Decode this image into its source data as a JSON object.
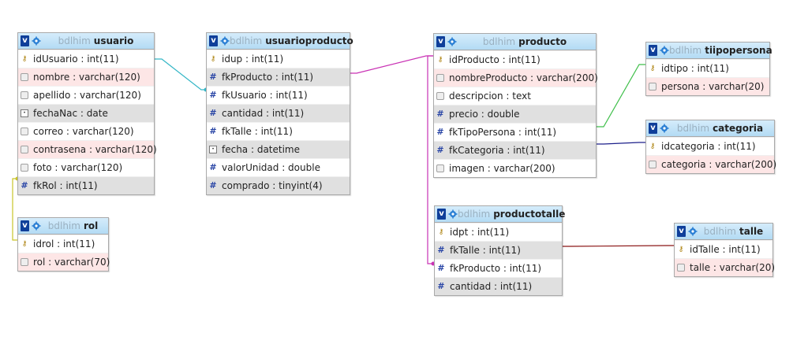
{
  "db_name": "bdlhim",
  "colors": {
    "header_gradient_top": "#d5ecfb",
    "header_gradient_bottom": "#b3dbf4",
    "checkbox": "#0f3f9a",
    "link_usuario_usuarioproducto": "#34b6c6",
    "link_usuario_rol": "#c9c428",
    "link_producto_usuarioproducto": "#c931b4",
    "link_producto_tiipopersona": "#3fbf4a",
    "link_producto_categoria": "#1c1f8a",
    "link_productotalle_talle": "#8a1414",
    "link_producto_productotalle": "#c931b4"
  },
  "tables": {
    "usuario": {
      "name": "usuario",
      "rows": [
        {
          "text": "idUsuario : int(11)",
          "icon": "key-icon"
        },
        {
          "text": "nombre : varchar(120)",
          "icon": "string-icon"
        },
        {
          "text": "apellido : varchar(120)",
          "icon": "string-icon"
        },
        {
          "text": "fechaNac : date",
          "icon": "date-icon"
        },
        {
          "text": "correo : varchar(120)",
          "icon": "string-icon"
        },
        {
          "text": "contrasena : varchar(120)",
          "icon": "string-icon"
        },
        {
          "text": "foto : varchar(120)",
          "icon": "string-icon"
        },
        {
          "text": "fkRol : int(11)",
          "icon": "number-icon"
        }
      ]
    },
    "rol": {
      "name": "rol",
      "rows": [
        {
          "text": "idrol : int(11)",
          "icon": "key-icon"
        },
        {
          "text": "rol : varchar(70)",
          "icon": "string-icon"
        }
      ]
    },
    "usuarioproducto": {
      "name": "usuarioproducto",
      "rows": [
        {
          "text": "idup : int(11)",
          "icon": "key-icon"
        },
        {
          "text": "fkProducto : int(11)",
          "icon": "number-icon"
        },
        {
          "text": "fkUsuario : int(11)",
          "icon": "number-icon"
        },
        {
          "text": "cantidad : int(11)",
          "icon": "number-icon"
        },
        {
          "text": "fkTalle : int(11)",
          "icon": "number-icon"
        },
        {
          "text": "fecha : datetime",
          "icon": "date-icon"
        },
        {
          "text": "valorUnidad : double",
          "icon": "number-icon"
        },
        {
          "text": "comprado : tinyint(4)",
          "icon": "number-icon"
        }
      ]
    },
    "producto": {
      "name": "producto",
      "rows": [
        {
          "text": "idProducto : int(11)",
          "icon": "key-icon"
        },
        {
          "text": "nombreProducto : varchar(200)",
          "icon": "string-icon"
        },
        {
          "text": "descripcion : text",
          "icon": "string-icon"
        },
        {
          "text": "precio : double",
          "icon": "number-icon"
        },
        {
          "text": "fkTipoPersona : int(11)",
          "icon": "number-icon"
        },
        {
          "text": "fkCategoria : int(11)",
          "icon": "number-icon"
        },
        {
          "text": "imagen : varchar(200)",
          "icon": "string-icon"
        }
      ]
    },
    "productotalle": {
      "name": "productotalle",
      "rows": [
        {
          "text": "idpt : int(11)",
          "icon": "key-icon"
        },
        {
          "text": "fkTalle : int(11)",
          "icon": "number-icon"
        },
        {
          "text": "fkProducto : int(11)",
          "icon": "number-icon"
        },
        {
          "text": "cantidad : int(11)",
          "icon": "number-icon"
        }
      ]
    },
    "tiipopersona": {
      "name": "tiipopersona",
      "rows": [
        {
          "text": "idtipo : int(11)",
          "icon": "key-icon"
        },
        {
          "text": "persona : varchar(20)",
          "icon": "string-icon"
        }
      ]
    },
    "categoria": {
      "name": "categoria",
      "rows": [
        {
          "text": "idcategoria : int(11)",
          "icon": "key-icon"
        },
        {
          "text": "categoria : varchar(200)",
          "icon": "string-icon"
        }
      ]
    },
    "talle": {
      "name": "talle",
      "rows": [
        {
          "text": "idTalle : int(11)",
          "icon": "key-icon"
        },
        {
          "text": "talle : varchar(20)",
          "icon": "string-icon"
        }
      ]
    }
  }
}
